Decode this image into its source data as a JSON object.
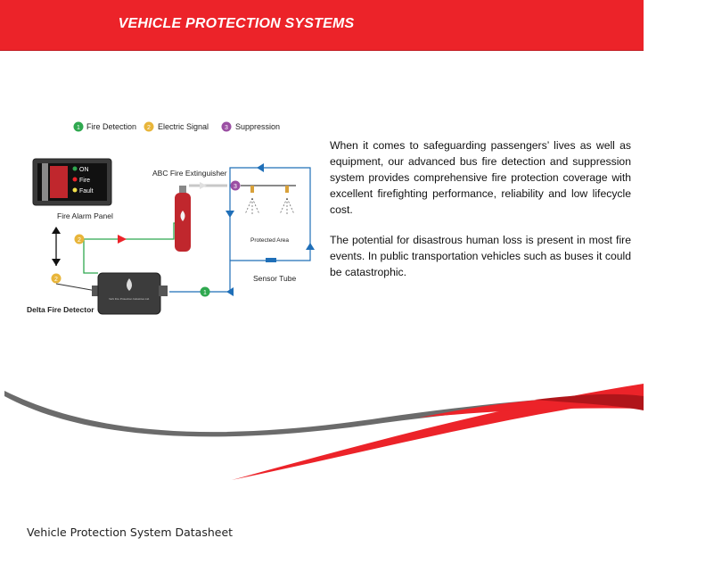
{
  "header": {
    "title": "VEHICLE PROTECTION SYSTEMS"
  },
  "legend": [
    {
      "num": "1",
      "label": "Fire Detection",
      "color": "#2fa84f"
    },
    {
      "num": "2",
      "label": "Electric Signal",
      "color": "#e8b53a"
    },
    {
      "num": "3",
      "label": "Suppression",
      "color": "#9b4fa3"
    }
  ],
  "diagram": {
    "panel_status": [
      "ON",
      "Fire",
      "Fault"
    ],
    "labels": {
      "panel": "Fire Alarm Panel",
      "extinguisher": "ABC Fire Extinguisher",
      "protected_area": "Protected Area",
      "sensor_tube": "Sensor Tube",
      "detector": "Delta Fire Detector",
      "detector_brand": "Vehi Fire Protection Industries Ltd."
    }
  },
  "body": {
    "paragraph1": "When it comes to safeguarding passengers’ lives as well as equipment, our advanced bus fire detection and suppression system provides comprehensive fire protection coverage with excellent firefighting performance, reliability and low lifecycle cost.",
    "paragraph2": "The potential for disastrous human loss is present in most fire events. In public transportation vehicles such as buses it could be catastrophic."
  },
  "footer": {
    "title": "Vehicle Protection System Datasheet"
  },
  "colors": {
    "brand_red": "#ec2329",
    "swoosh_gray": "#6b6b6b",
    "pipe_blue": "#1f6fb8"
  }
}
